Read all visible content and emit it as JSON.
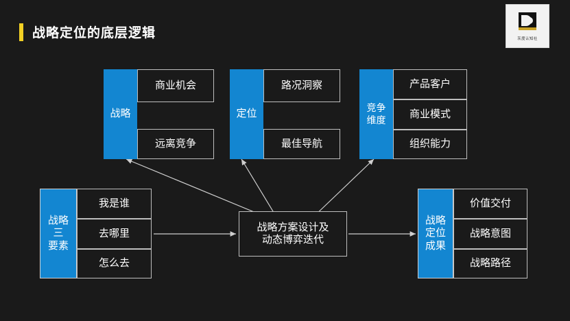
{
  "title": "战略定位的底层逻辑",
  "logo": {
    "caption": "灰度认知社",
    "name": "grayscale-cognition-logo"
  },
  "colors": {
    "background": "#1a1a1a",
    "accent": "#f2d024",
    "blue": "#1386d1",
    "outline": "#bfbfbf",
    "text": "#ffffff"
  },
  "groups": {
    "strategy": {
      "label": "战略",
      "items": [
        "商业机会",
        "远离竞争"
      ]
    },
    "positioning": {
      "label": "定位",
      "items": [
        "路况洞察",
        "最佳导航"
      ]
    },
    "competition": {
      "label": "竞争\n维度",
      "label_lines": [
        "竞争",
        "维度"
      ],
      "items": [
        "产品客户",
        "商业模式",
        "组织能力"
      ]
    },
    "three_elements": {
      "label_lines": [
        "战略",
        "三",
        "要素"
      ],
      "items": [
        "我是谁",
        "去哪里",
        "怎么去"
      ]
    },
    "center": {
      "lines": [
        "战略方案设计及",
        "动态博弈迭代"
      ]
    },
    "outcome": {
      "label_lines": [
        "战略",
        "定位",
        "成果"
      ],
      "items": [
        "价值交付",
        "战略意图",
        "战略路径"
      ]
    }
  }
}
